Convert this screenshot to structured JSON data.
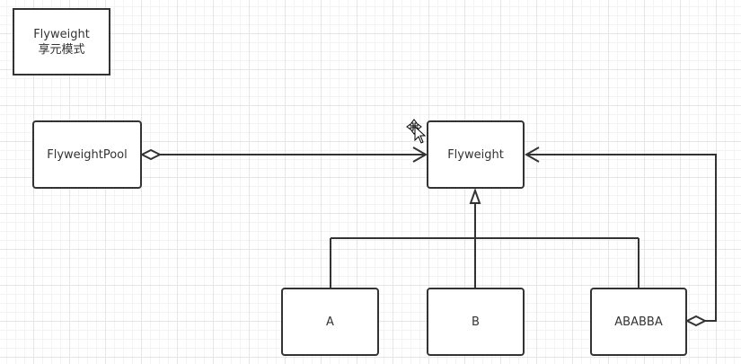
{
  "diagram": {
    "note": {
      "line1": "Flyweight",
      "line2": "享元模式"
    },
    "nodes": {
      "pool": "FlyweightPool",
      "flyweight": "Flyweight",
      "a": "A",
      "b": "B",
      "ababba": "ABABBA"
    },
    "edges": [
      {
        "from": "FlyweightPool",
        "to": "Flyweight",
        "type": "aggregation"
      },
      {
        "from": "A",
        "to": "Flyweight",
        "type": "inheritance"
      },
      {
        "from": "B",
        "to": "Flyweight",
        "type": "inheritance"
      },
      {
        "from": "ABABBA",
        "to": "Flyweight",
        "type": "inheritance"
      },
      {
        "from": "ABABBA",
        "to": "Flyweight",
        "type": "aggregation"
      }
    ]
  },
  "colors": {
    "stroke": "#333333",
    "grid": "#e6e6e6",
    "background": "#ffffff"
  },
  "cursor": {
    "icon": "move-cursor-icon"
  }
}
